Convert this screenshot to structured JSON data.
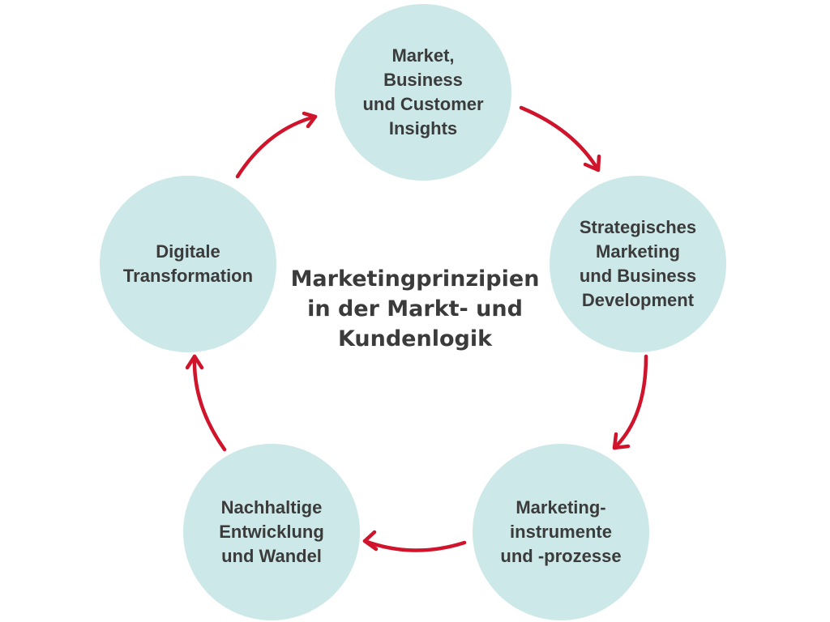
{
  "diagram": {
    "title": "Marketingprinzipien\nin der Markt- und\nKundenlogik",
    "nodes": [
      {
        "label": "Market,\nBusiness\nund Customer\nInsights"
      },
      {
        "label": "Strategisches\nMarketing\nund Business\nDevelopment"
      },
      {
        "label": "Marketing-\ninstrumente\nund -prozesse"
      },
      {
        "label": "Nachhaltige\nEntwicklung\nund Wandel"
      },
      {
        "label": "Digitale\nTransformation"
      }
    ],
    "colors": {
      "node_fill": "#cde8e8",
      "arrow": "#d0142c",
      "text": "#3b3b3b"
    }
  }
}
